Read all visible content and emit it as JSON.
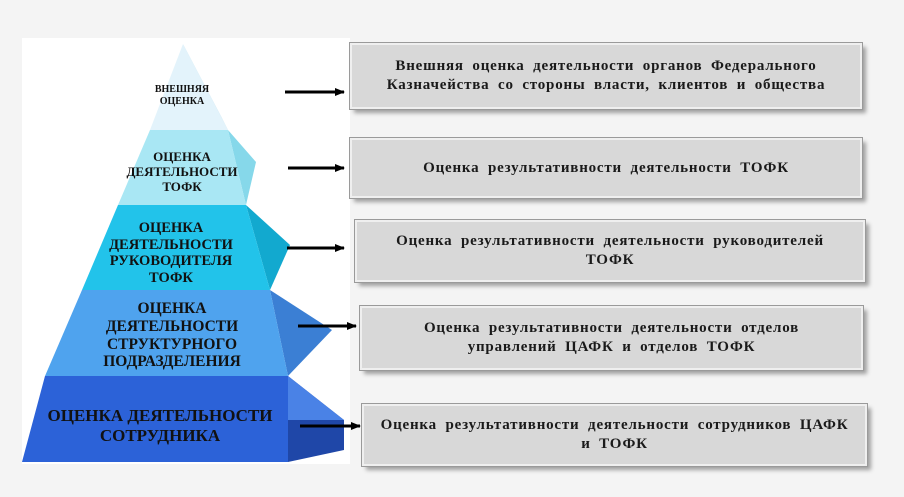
{
  "pyramid": {
    "tiers": [
      {
        "label": "ВНЕШНЯЯ ОЦЕНКА"
      },
      {
        "label": "ОЦЕНКА ДЕЯТЕЛЬНОСТИ ТОФК"
      },
      {
        "label": "ОЦЕНКА ДЕЯТЕЛЬНОСТИ РУКОВОДИТЕЛЯ ТОФК"
      },
      {
        "label": "ОЦЕНКА ДЕЯТЕЛЬНОСТИ СТРУКТУРНОГО ПОДРАЗДЕЛЕНИЯ"
      },
      {
        "label": "ОЦЕНКА ДЕЯТЕЛЬНОСТИ СОТРУДНИКА"
      }
    ],
    "colors": [
      "#e3f3fb",
      "#a9e7f4",
      "#22c3ea",
      "#4fa3ee",
      "#2c62d8"
    ]
  },
  "boxes": [
    {
      "text": "Внешняя оценка деятельности органов Федерального Казначейства со стороны власти, клиентов и общества"
    },
    {
      "text": "Оценка результативности деятельности ТОФК"
    },
    {
      "text": "Оценка результативности деятельности руководителей ТОФК"
    },
    {
      "text": "Оценка результативности деятельности отделов управлений ЦАФК и отделов ТОФК"
    },
    {
      "text": "Оценка результативности деятельности сотрудников ЦАФК и ТОФК"
    }
  ]
}
